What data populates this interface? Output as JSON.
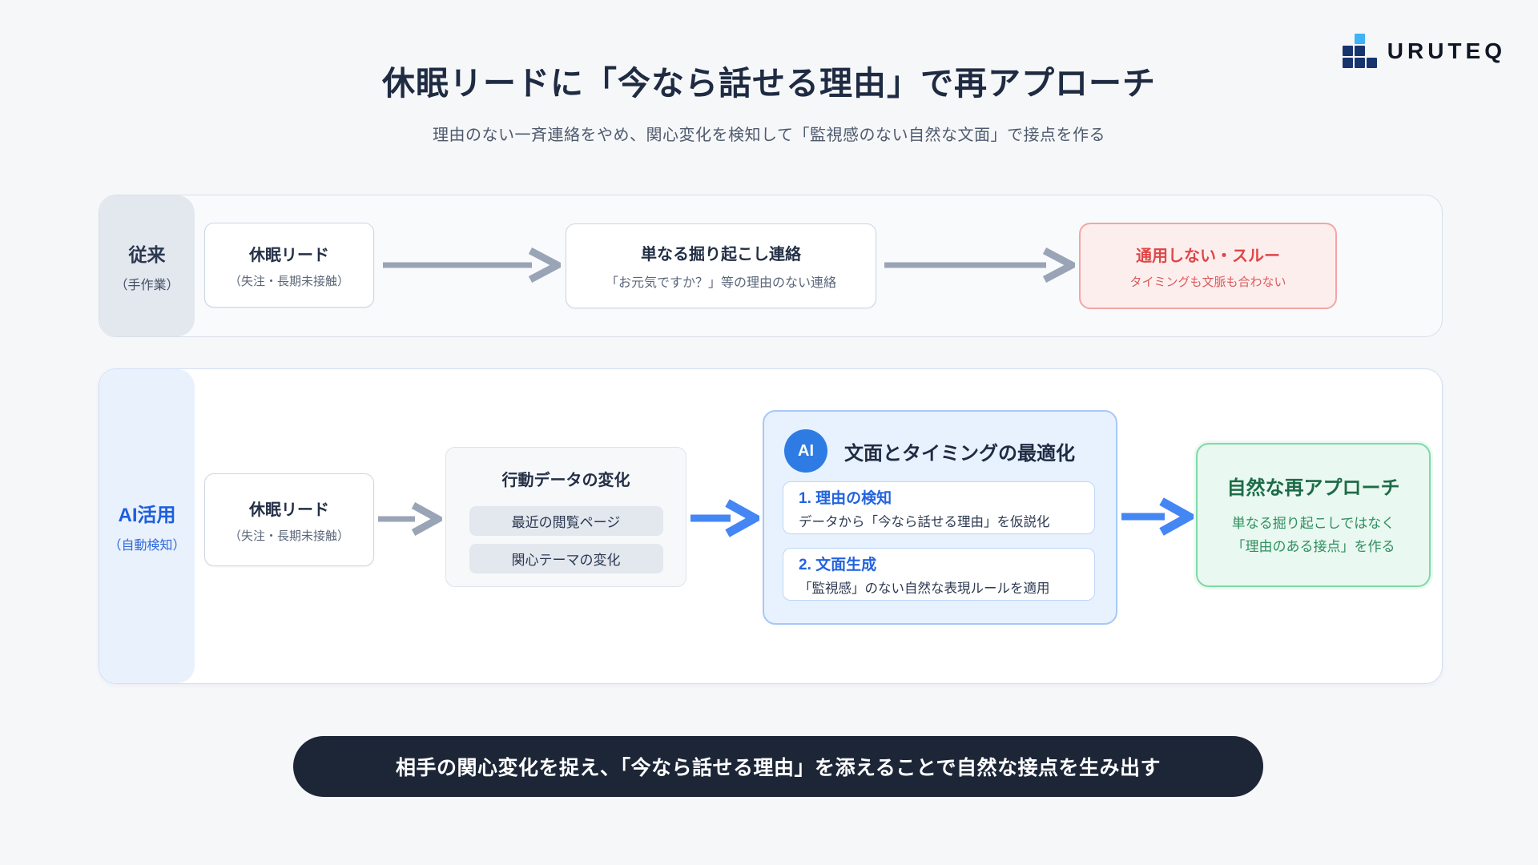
{
  "header": {
    "title": "休眠リードに「今なら話せる理由」で再アプローチ",
    "subtitle": "理由のない一斉連絡をやめ、関心変化を検知して「監視感のない自然な文面」で接点を作る"
  },
  "logo": {
    "text": "URUTEQ"
  },
  "traditional": {
    "label": {
      "title": "従来",
      "sub": "（手作業）"
    },
    "lead": {
      "title": "休眠リード",
      "sub": "（失注・長期未接触）"
    },
    "followup": {
      "title": "単なる掘り起こし連絡",
      "sub": "「お元気ですか？」等の理由のない連絡"
    },
    "result": {
      "title": "通用しない・スルー",
      "sub": "タイミングも文脈も合わない"
    }
  },
  "ai": {
    "label": {
      "title": "AI活用",
      "sub": "（自動検知）"
    },
    "lead": {
      "title": "休眠リード",
      "sub": "（失注・長期未接触）"
    },
    "behavior": {
      "title": "行動データの変化",
      "chips": [
        "最近の閲覧ページ",
        "関心テーマの変化"
      ]
    },
    "optimization": {
      "badge": "AI",
      "title": "文面とタイミングの最適化",
      "steps": [
        {
          "title": "1. 理由の検知",
          "desc": "データから「今なら話せる理由」を仮説化"
        },
        {
          "title": "2. 文面生成",
          "desc": "「監視感」のない自然な表現ルールを適用"
        }
      ]
    },
    "result": {
      "title": "自然な再アプローチ",
      "line1": "単なる掘り起こしではなく",
      "line2": "「理由のある接点」を作る"
    }
  },
  "footer": {
    "text": "相手の関心変化を捉え、「今なら話せる理由」を添えることで自然な接点を生み出す"
  },
  "colors": {
    "accent_blue": "#4486f4",
    "badge_blue": "#2e7ce3",
    "error_red": "#e04646",
    "success_green": "#1d6b48",
    "navy_text": "#232f45",
    "footer_bg": "#1d2637",
    "logo_cyan": "#3eb3f5",
    "logo_navy": "#16356f"
  }
}
